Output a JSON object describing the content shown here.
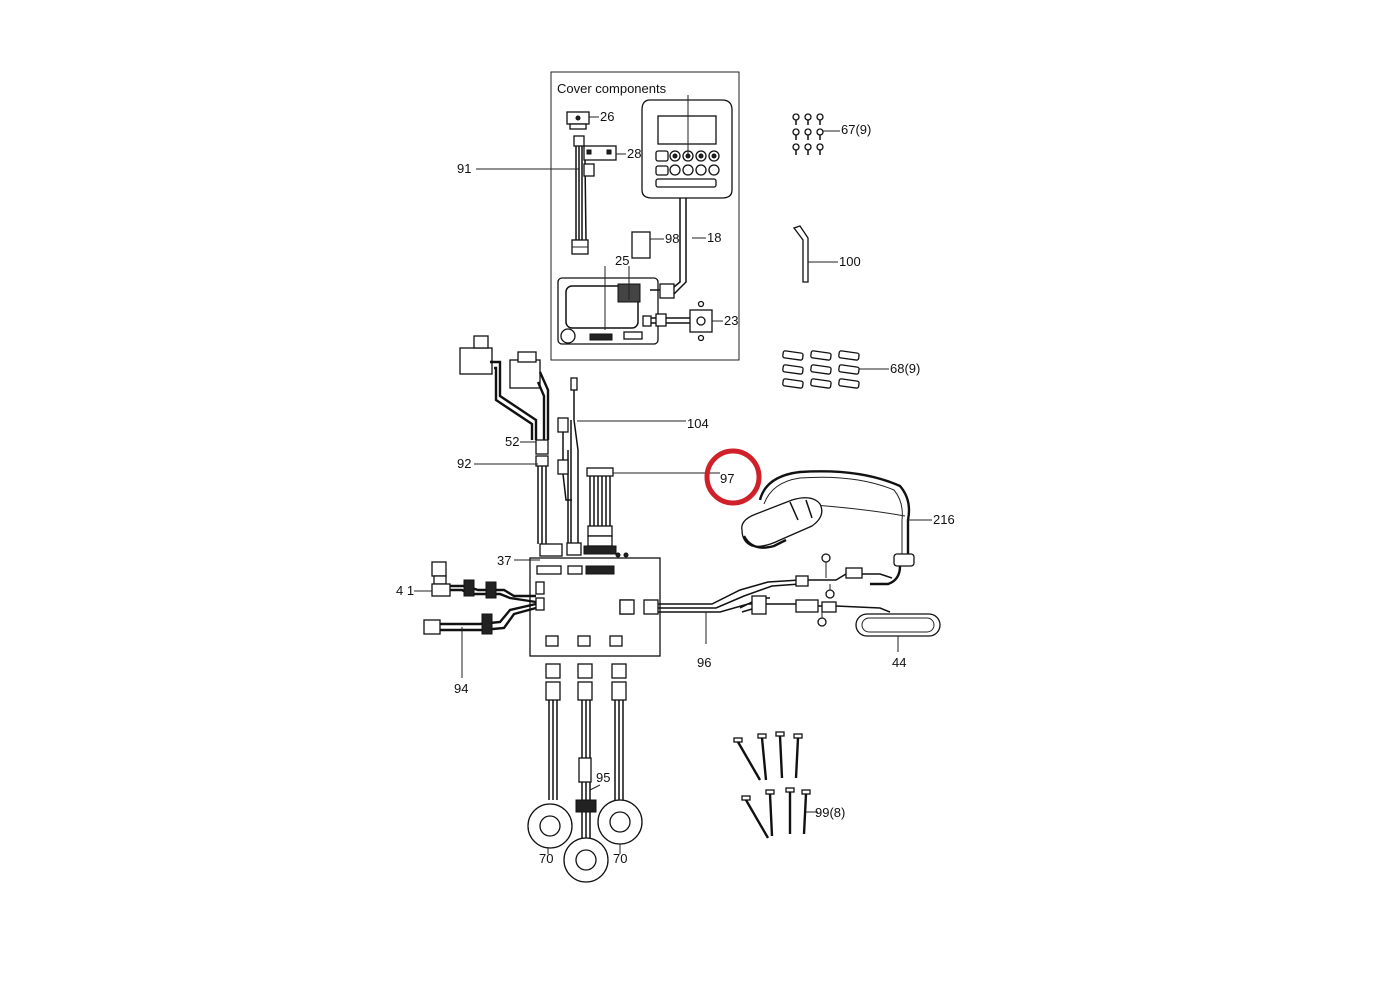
{
  "box_title": "Cover components",
  "labels": {
    "p26": "26",
    "p28": "28",
    "p91": "91",
    "p98": "98",
    "p18": "18",
    "p25": "25",
    "p23": "23",
    "p67": "67(9)",
    "p100": "100",
    "p68": "68(9)",
    "p104": "104",
    "p52": "52",
    "p92": "92",
    "p97": "97",
    "p216": "216",
    "p37": "37",
    "p41": "4 1",
    "p94": "94",
    "p96": "96",
    "p44": "44",
    "p95": "95",
    "p99": "99(8)",
    "p70a": "70",
    "p70b": "70"
  },
  "highlight": {
    "target": "97",
    "color": "#d0202a"
  },
  "colors": {
    "ink": "#111111"
  }
}
